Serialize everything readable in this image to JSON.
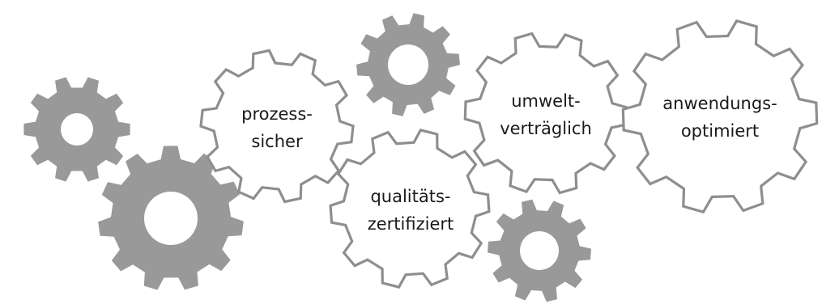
{
  "colors": {
    "solid_gear": "#999999",
    "outline_stroke": "#8e8e8e",
    "text": "#1a1a1a",
    "background": "#ffffff"
  },
  "gears": {
    "prozesssicher": {
      "line1": "prozess-",
      "line2": "sicher"
    },
    "qualitaetszertifiziert": {
      "line1": "qualitäts-",
      "line2": "zertifiziert"
    },
    "umweltvertraeglich": {
      "line1": "umwelt-",
      "line2": "verträglich"
    },
    "anwendungsoptimiert": {
      "line1": "anwendungs-",
      "line2": "optimiert"
    }
  }
}
